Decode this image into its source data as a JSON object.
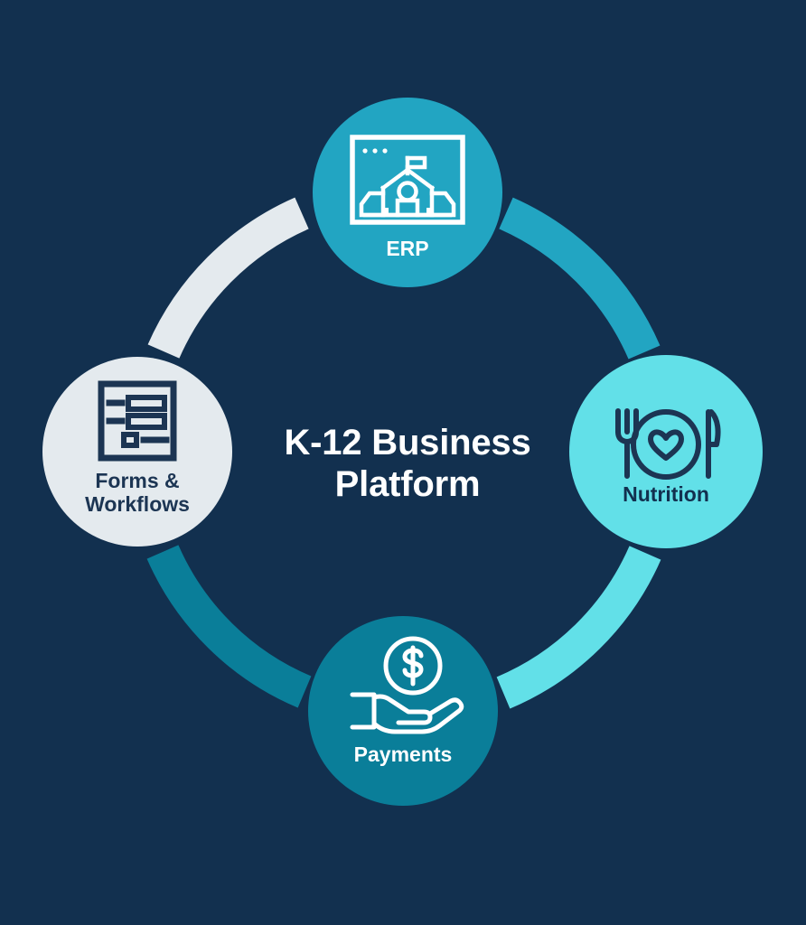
{
  "diagram": {
    "type": "cycle",
    "center": {
      "title_line1": "K-12 Business",
      "title_line2": "Platform",
      "text_color": "#ffffff"
    },
    "background_color": "#12304f",
    "nodes": [
      {
        "id": "erp",
        "label": "ERP",
        "icon": "school-browser-window-icon",
        "fill": "#22a5c2",
        "label_color": "#ffffff",
        "icon_color": "#ffffff",
        "position": "top"
      },
      {
        "id": "nutrition",
        "label": "Nutrition",
        "icon": "fork-plate-heart-knife-icon",
        "fill": "#62e0e8",
        "label_color": "#12304f",
        "icon_color": "#1c3553",
        "position": "right"
      },
      {
        "id": "payments",
        "label": "Payments",
        "icon": "hand-holding-dollar-coin-icon",
        "fill": "#0a7e99",
        "label_color": "#ffffff",
        "icon_color": "#ffffff",
        "position": "bottom"
      },
      {
        "id": "forms-workflows",
        "label_line1": "Forms &",
        "label_line2": "Workflows",
        "icon": "form-document-icon",
        "fill": "#e4eaee",
        "label_color": "#1c3553",
        "icon_color": "#1c3553",
        "position": "left"
      }
    ],
    "arcs": [
      {
        "id": "arc-top-right",
        "from": "erp",
        "to": "nutrition",
        "color": "#22a5c2"
      },
      {
        "id": "arc-bottom-right",
        "from": "nutrition",
        "to": "payments",
        "color": "#62e0e8"
      },
      {
        "id": "arc-bottom-left",
        "from": "payments",
        "to": "forms-workflows",
        "color": "#0a7e99"
      },
      {
        "id": "arc-top-left",
        "from": "forms-workflows",
        "to": "erp",
        "color": "#e4eaee"
      }
    ]
  }
}
